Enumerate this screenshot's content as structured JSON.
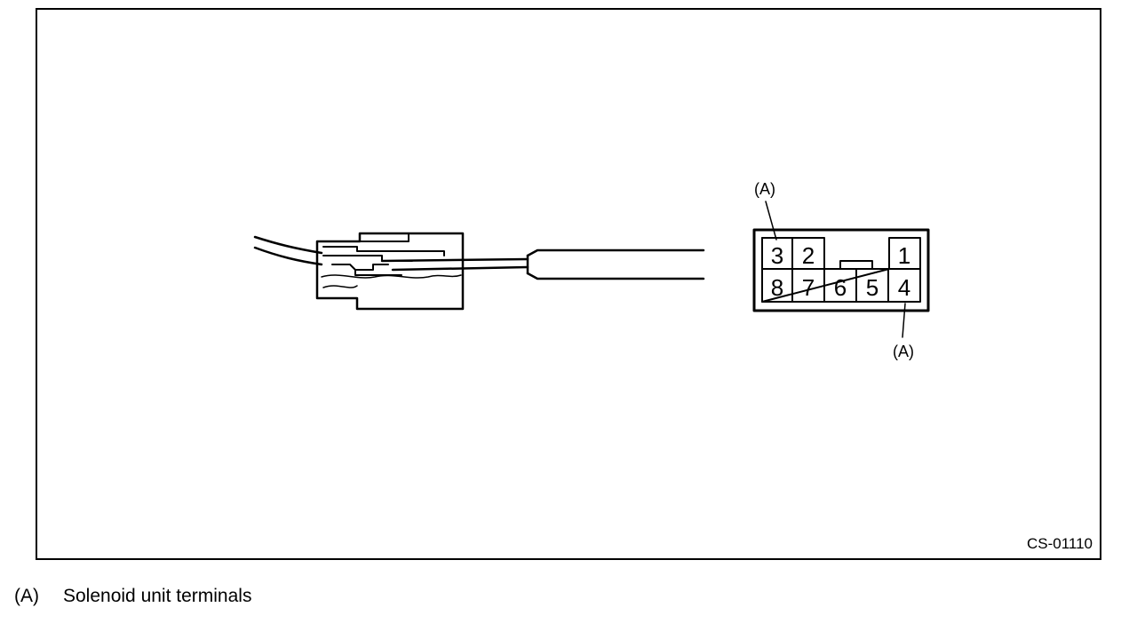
{
  "figure": {
    "code": "CS-01110",
    "callout_top": "(A)",
    "callout_bottom": "(A)",
    "terminal_numbers": [
      "3",
      "2",
      "1",
      "8",
      "7",
      "6",
      "5",
      "4"
    ]
  },
  "legend": [
    {
      "ref": "(A)",
      "text": "Solenoid unit terminals"
    }
  ]
}
